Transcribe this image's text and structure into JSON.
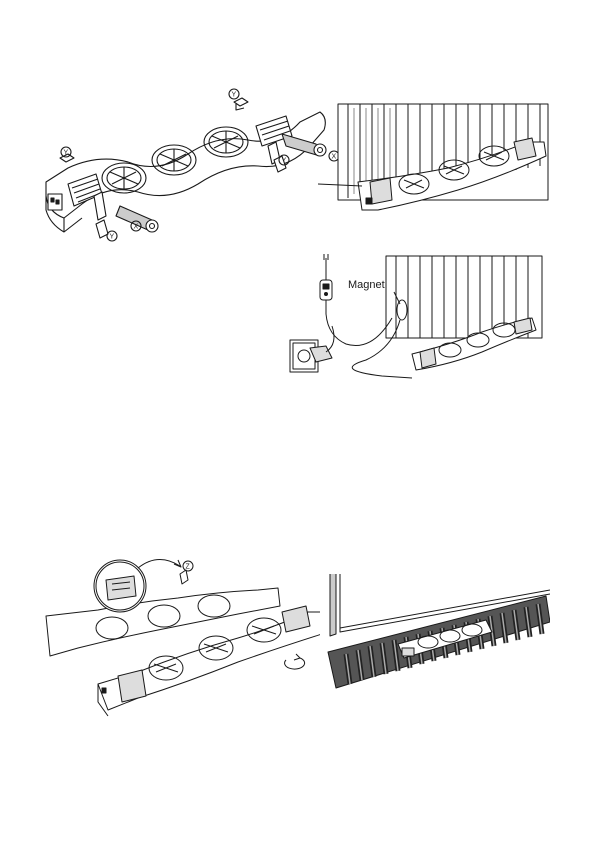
{
  "figure1": {
    "callouts": [
      "Y",
      "Y",
      "Y",
      "Y",
      "X",
      "X"
    ],
    "icons": [
      "fan-unit-icon",
      "mounting-bracket-icon",
      "clip-icon"
    ]
  },
  "figure2": {
    "icons": [
      "radiator-icon",
      "fan-unit-icon"
    ]
  },
  "figure3": {
    "magnet_label": "Magnet",
    "icons": [
      "radiator-icon",
      "power-adapter-icon",
      "wall-socket-icon",
      "controller-icon",
      "fan-unit-icon"
    ]
  },
  "figure4": {
    "callouts": [
      "Z"
    ],
    "icons": [
      "fan-unit-icon",
      "magnifier-icon",
      "rotate-arrow-icon"
    ]
  },
  "figure5": {
    "icons": [
      "window-icon",
      "floor-convector-icon",
      "fan-unit-icon"
    ]
  },
  "colors": {
    "line": "#1a1a1a",
    "shade": "#555555",
    "light": "#dddddd",
    "paper": "#ffffff"
  }
}
